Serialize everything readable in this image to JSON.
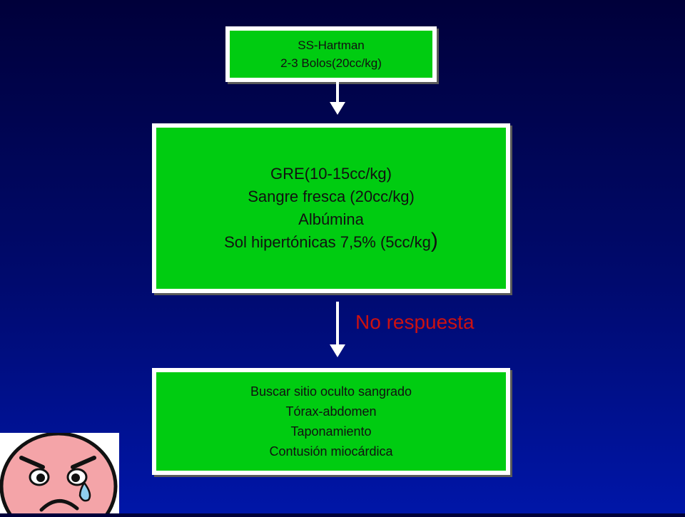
{
  "flow": {
    "step1": {
      "lines": [
        "SS-Hartman",
        "2-3 Bolos(20cc/kg)"
      ]
    },
    "step2": {
      "lines": [
        "GRE(10-15cc/kg)",
        "Sangre fresca (20cc/kg)",
        "Albúmina"
      ],
      "last_line": "Sol hipertónicas 7,5% (5cc/kg",
      "last_paren": ")"
    },
    "arrow2_label": "No respuesta",
    "step3": {
      "lines": [
        "Buscar sitio oculto sangrado",
        "Tórax-abdomen",
        "Taponamiento",
        "Contusión miocárdica"
      ]
    }
  },
  "colors": {
    "box_fill": "#00cc11",
    "box_border": "#ffffff",
    "label_red": "#cc1111",
    "face_skin": "#f4a4a8",
    "tear": "#8fd0f0"
  },
  "icons": {
    "face": "crying-face-icon"
  }
}
